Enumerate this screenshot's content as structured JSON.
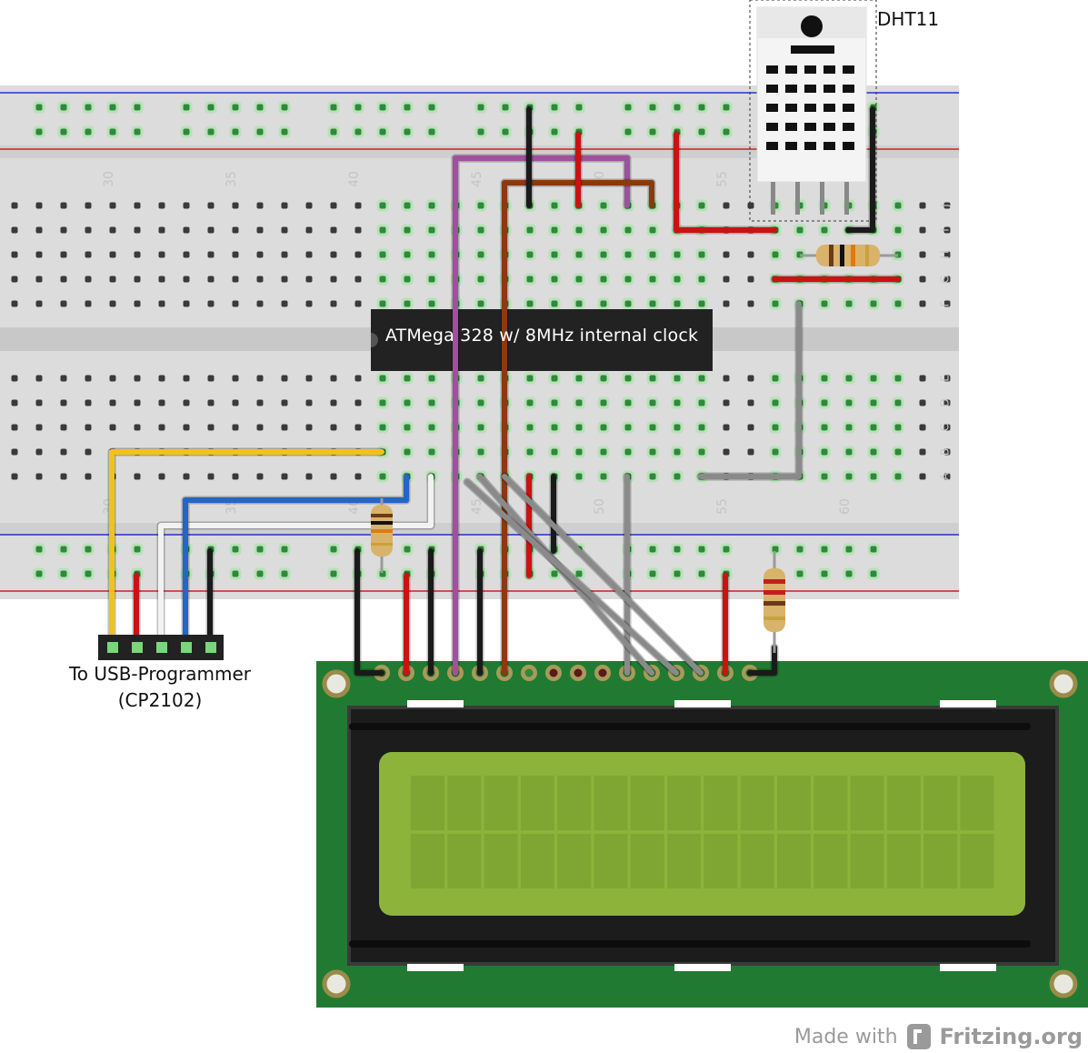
{
  "labels": {
    "chip": "ATMega 328 w/ 8MHz internal clock",
    "sensor": "DHT11",
    "programmer_line1": "To USB-Programmer",
    "programmer_line2": "(CP2102)"
  },
  "breadboard": {
    "column_numbers": [
      "30",
      "35",
      "40",
      "45",
      "50",
      "55",
      "30",
      "35",
      "40",
      "45",
      "50",
      "55",
      "60"
    ],
    "row_letters_top": [
      "J",
      "I",
      "H",
      "G",
      "F"
    ],
    "row_letters_bottom": [
      "E",
      "D",
      "C",
      "B",
      "A"
    ]
  },
  "watermark": {
    "made_with": "Made with",
    "brand": "Fritzing.org"
  },
  "colors": {
    "board": "#dcdcdc",
    "pcb": "#217a32",
    "lcd_screen": "#8db33a",
    "chip": "#222222",
    "wire_purple": "#a0509c",
    "wire_brown": "#8b3a0e",
    "wire_yellow": "#f2c21b",
    "wire_blue": "#2266c8",
    "wire_red": "#cc1111",
    "wire_black": "#1a1a1a",
    "wire_gray": "#8a8a8a"
  }
}
